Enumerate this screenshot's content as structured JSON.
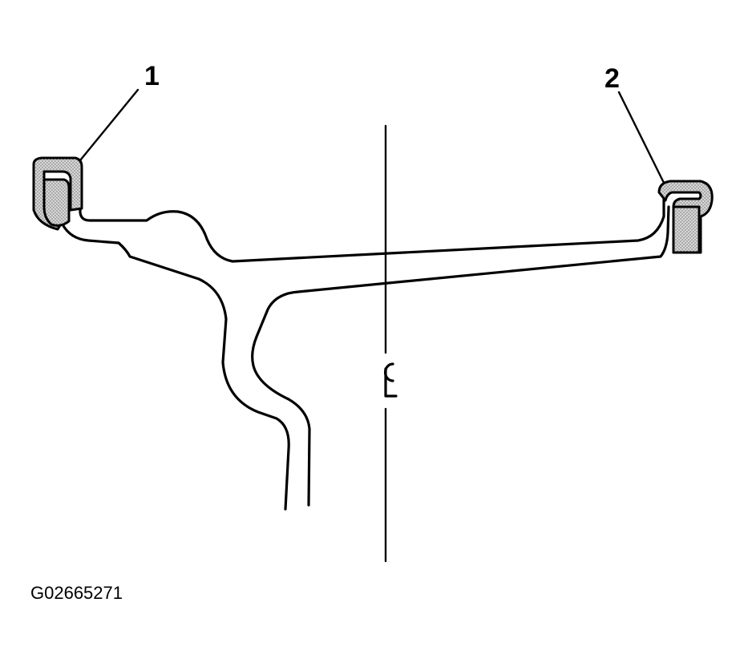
{
  "diagram": {
    "callouts": [
      {
        "label": "1"
      },
      {
        "label": "2"
      }
    ],
    "centerline_label": "CL",
    "figure_id": "G02665271",
    "colors": {
      "line": "#000000",
      "weight_fill": "#c8c8c8",
      "background": "#ffffff"
    }
  }
}
